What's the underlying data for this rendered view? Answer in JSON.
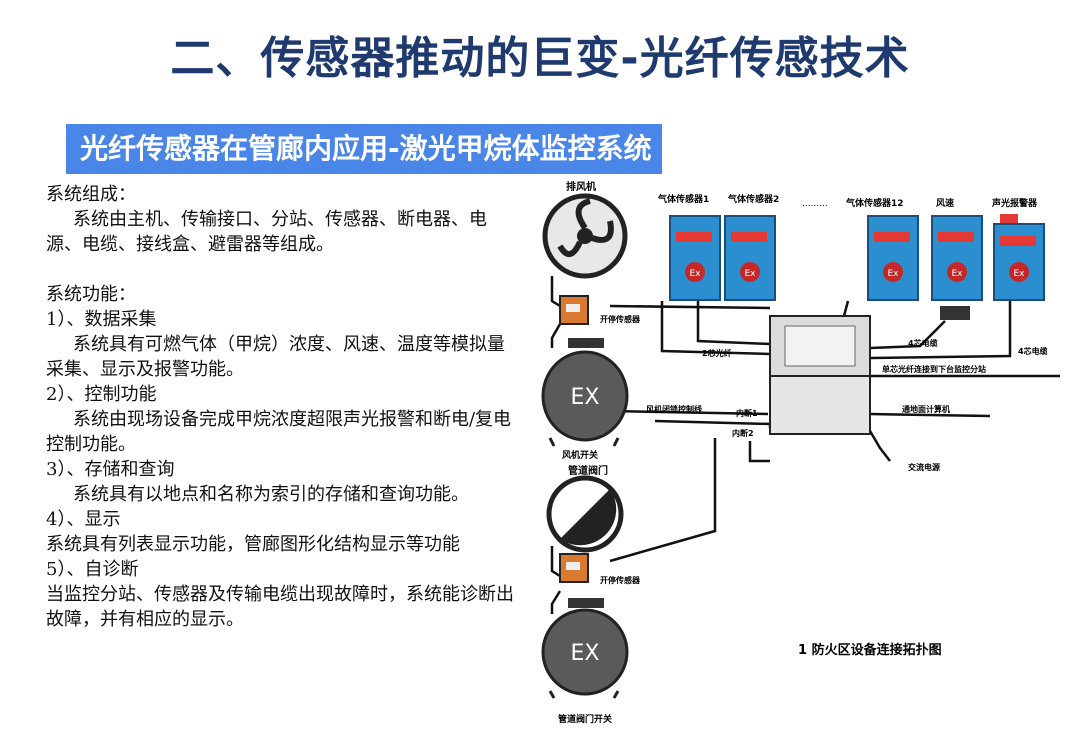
{
  "title": "二、传感器推动的巨变-光纤传感技术",
  "banner": "光纤传感器在管廊内应用-激光甲烷体监控系统",
  "text": {
    "composition_heading": "系统组成：",
    "composition_body": "系统由主机、传输接口、分站、传感器、断电器、电源、电缆、接线盒、避雷器等组成。",
    "function_heading": "系统功能：",
    "f1_title": "1）、数据采集",
    "f1_body": "系统具有可燃气体（甲烷）浓度、风速、温度等模拟量采集、显示及报警功能。",
    "f2_title": "2）、控制功能",
    "f2_body": "系统由现场设备完成甲烷浓度超限声光报警和断电/复电控制功能。",
    "f3_title": "3）、存储和查询",
    "f3_body": "系统具有以地点和名称为索引的存储和查询功能。",
    "f4_title": "4）、显示",
    "f4_body": "系统具有列表显示功能，管廊图形化结构显示等功能",
    "f5_title": "5）、自诊断",
    "f5_body": "当监控分站、传感器及传输电缆出现故障时，系统能诊断出故障，并有相应的显示。"
  },
  "diagram": {
    "exhaust_fan": "排风机",
    "sensor1": "气体传感器1",
    "sensor2": "气体传感器2",
    "dots": ".........",
    "sensor12": "气体传感器12",
    "wind": "风速",
    "alarm": "声光报警器",
    "ex_mark": "Ex",
    "stop_sensor1": "开停传感器",
    "stop_sensor2": "开停传感器",
    "fiber_2core": "2芯光纤",
    "cable_4core_a": "4芯电缆",
    "cable_4core_b": "4芯电缆",
    "fiber_next": "单芯光纤连接到下台监控分站",
    "fan_lock": "风机闭锁控制线",
    "out1": "内断1",
    "out2": "内断2",
    "to_computer": "通地面计算机",
    "ac_power": "交流电源",
    "ex_box": "EX",
    "fan_switch": "风机开关",
    "pipe_valve": "管道阀门",
    "valve_switch": "管道阀门开关",
    "caption": "1 防火区设备连接拓扑图"
  }
}
